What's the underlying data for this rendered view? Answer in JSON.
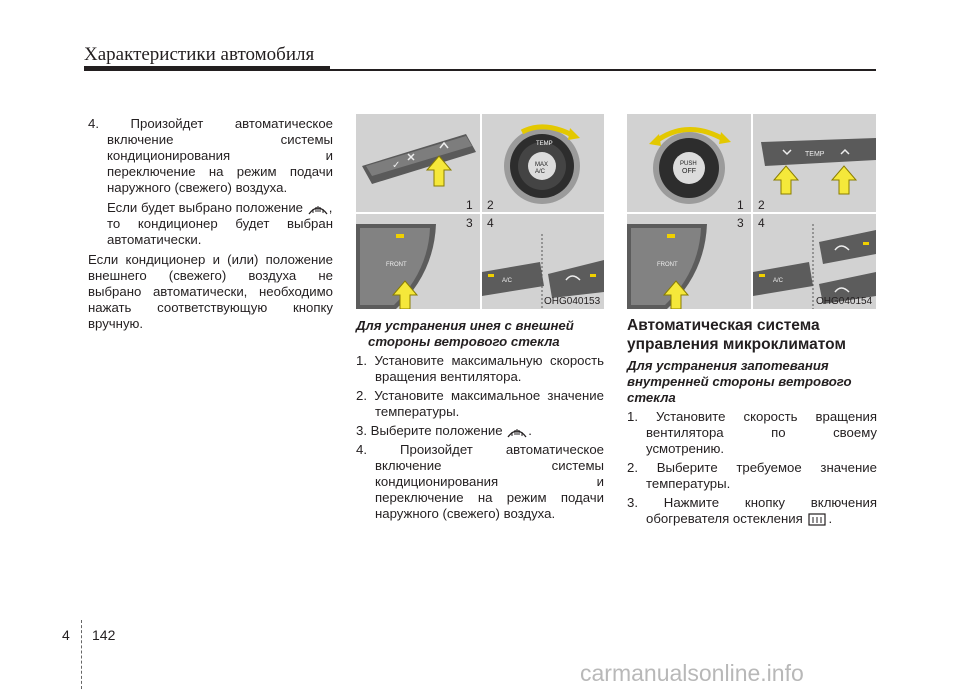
{
  "header": {
    "title": "Характеристики автомобиля"
  },
  "left_column": {
    "item4_lines": [
      "4. Произойдет автоматическое",
      "включение системы",
      "кондиционирования и",
      "переключение на режим подачи",
      "наружного (свежего) воздуха."
    ],
    "note_line1": "Если будет выбрано положение",
    "note_line1_end": ",",
    "note_line2": "то кондиционер будет выбран",
    "note_line3": "автоматически.",
    "para_lines": [
      "Если кондиционер и (или) положение",
      "внешнего (свежего) воздуха не",
      "выбрано автоматически, необходимо",
      "нажать соответствующую кнопку",
      "вручную."
    ]
  },
  "figure1": {
    "code": "OHG040153",
    "n1": "1",
    "n2": "2",
    "n3": "3",
    "n4": "4",
    "knob_temp": "TEMP",
    "knob_max": "MAX",
    "knob_ac": "A/C",
    "front": "FRONT",
    "ac": "A/C"
  },
  "figure2": {
    "code": "OHG040154",
    "n1": "1",
    "n2": "2",
    "n3": "3",
    "n4": "4",
    "push": "PUSH",
    "off": "OFF",
    "temp": "TEMP",
    "front": "FRONT",
    "ac": "A/C"
  },
  "middle_column": {
    "heading_lines": [
      "Для устранения инея с внешней",
      "стороны ветрового стекла"
    ],
    "step1": [
      "1. Установите максимальную скорость",
      "вращения вентилятора."
    ],
    "step2": [
      "2. Установите максимальное значение",
      "температуры."
    ],
    "step3": "3. Выберите положение",
    "step3_end": ".",
    "step4": [
      "4. Произойдет автоматическое",
      "включение системы",
      "кондиционирования и",
      "переключение на режим подачи",
      "наружного (свежего) воздуха."
    ]
  },
  "right_column": {
    "title_lines": [
      "Автоматическая система",
      "управления микроклиматом"
    ],
    "subheading_lines": [
      "Для устранения запотевания",
      "внутренней стороны ветрового",
      "стекла"
    ],
    "step1": [
      "1. Установите скорость вращения",
      "вентилятора по своему",
      "усмотрению."
    ],
    "step2": [
      "2. Выберите требуемое значение",
      "температуры."
    ],
    "step3": [
      "3. Нажмите кнопку включения",
      "обогревателя остекления"
    ],
    "step3_end": "."
  },
  "footer": {
    "section": "4",
    "page": "142",
    "watermark": "carmanualsonline.info"
  },
  "colors": {
    "arrow": "#f5e83a",
    "panel": "#d4d4d4",
    "indicator": "#f0d000"
  }
}
